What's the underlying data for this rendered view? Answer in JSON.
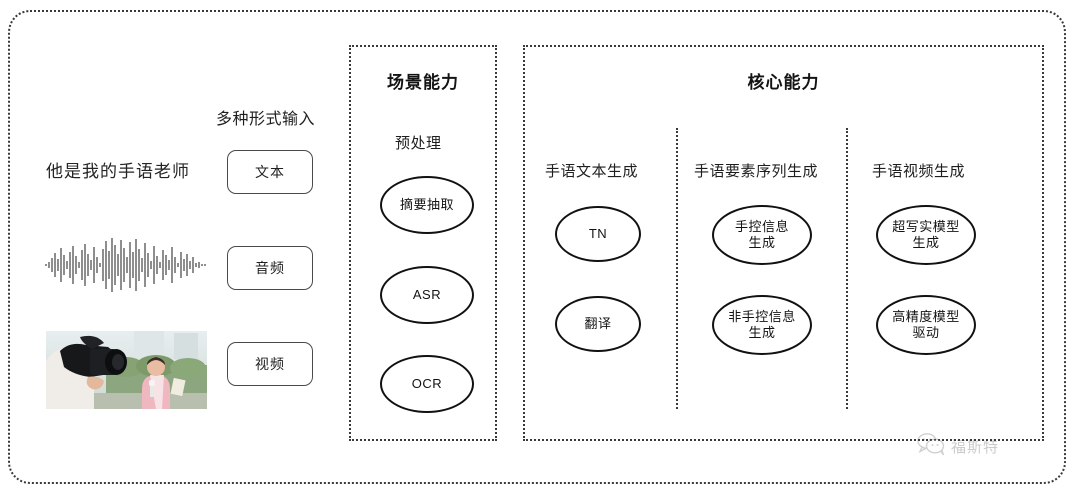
{
  "diagram": {
    "input_section": {
      "header": "多种形式输入",
      "sample_sentence": "他是我的手语老师",
      "modalities": [
        {
          "label": "文本",
          "icon": "text-icon"
        },
        {
          "label": "音频",
          "icon": "waveform-icon"
        },
        {
          "label": "视频",
          "icon": "video-thumbnail-icon"
        }
      ]
    },
    "scene_panel": {
      "title": "场景能力",
      "group_label": "预处理",
      "nodes": [
        "摘要抽取",
        "ASR",
        "OCR"
      ]
    },
    "core_panel": {
      "title": "核心能力",
      "columns": [
        {
          "header": "手语文本生成",
          "nodes": [
            "TN",
            "翻译"
          ]
        },
        {
          "header": "手语要素序列生成",
          "nodes": [
            "手控信息\n生成",
            "非手控信息\n生成"
          ]
        },
        {
          "header": "手语视频生成",
          "nodes": [
            "超写实模型\n生成",
            "高精度模型\n驱动"
          ]
        }
      ]
    },
    "watermark": {
      "text": "福斯特",
      "icon": "wechat-icon"
    },
    "colors": {
      "border": "#3a3a3a",
      "node_stroke": "#111111",
      "text": "#1c1c1c",
      "background": "#ffffff"
    }
  }
}
